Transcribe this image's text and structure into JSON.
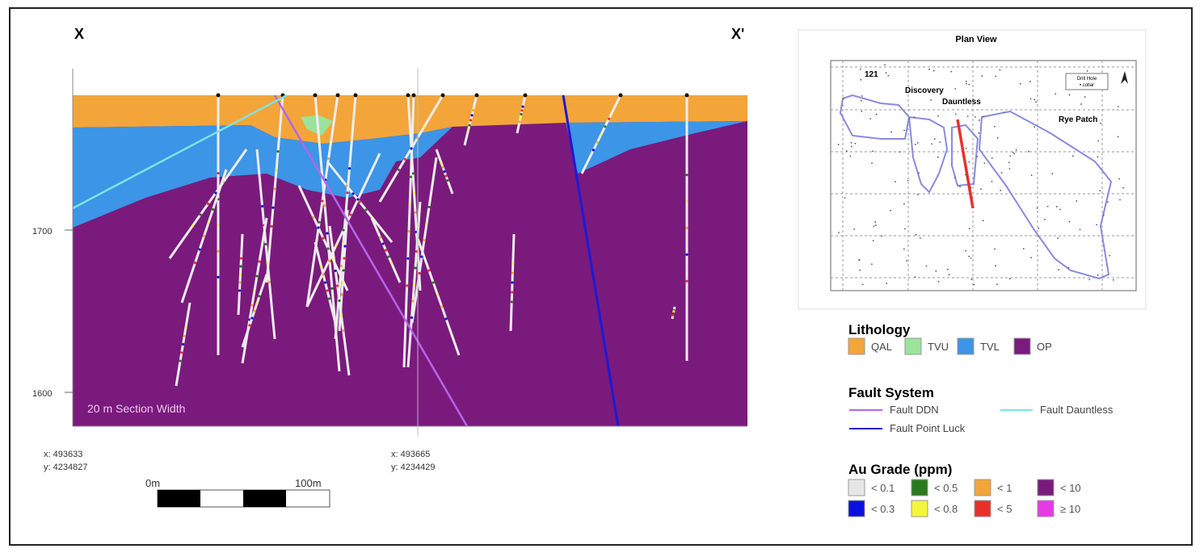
{
  "section": {
    "left_label": "X",
    "right_label": "X'",
    "y_ticks": [
      "1700",
      "1600"
    ],
    "width_note": "20 m Section Width",
    "left_coord": {
      "x": "x: 493633",
      "y": "y: 4234827"
    },
    "mid_coord": {
      "x": "x: 493665",
      "y": "y: 4234429"
    },
    "scale": {
      "start": "0m",
      "end": "100m"
    }
  },
  "plan_view": {
    "title": "Plan View",
    "labels": [
      "121",
      "Discovery",
      "Dauntless",
      "Rye Patch"
    ],
    "legend_title": "Drill Hole",
    "legend_item": "• collar"
  },
  "legend": {
    "lithology": {
      "title": "Lithology",
      "items": [
        {
          "label": "QAL",
          "color": "#f3a53a"
        },
        {
          "label": "TVU",
          "color": "#9be39b"
        },
        {
          "label": "TVL",
          "color": "#3c95e6"
        },
        {
          "label": "OP",
          "color": "#7a1a7d"
        }
      ]
    },
    "faults": {
      "title": "Fault System",
      "items": [
        {
          "label": "Fault DDN",
          "color": "#b565e8"
        },
        {
          "label": "Fault Dauntless",
          "color": "#7fe3e3"
        },
        {
          "label": "Fault Point Luck",
          "color": "#1a1ad6"
        }
      ]
    },
    "au_grade": {
      "title": "Au Grade (ppm)",
      "items": [
        {
          "label": "< 0.1",
          "color": "#e6e6e6"
        },
        {
          "label": "< 0.5",
          "color": "#2a7a1f"
        },
        {
          "label": "< 1",
          "color": "#f3a53a"
        },
        {
          "label": "< 10",
          "color": "#7a1a7d"
        },
        {
          "label": "< 0.3",
          "color": "#0a10e0"
        },
        {
          "label": "< 0.8",
          "color": "#f5f53a"
        },
        {
          "label": "< 5",
          "color": "#e8302a"
        },
        {
          "label": "≥ 10",
          "color": "#e63ae6"
        }
      ]
    }
  }
}
